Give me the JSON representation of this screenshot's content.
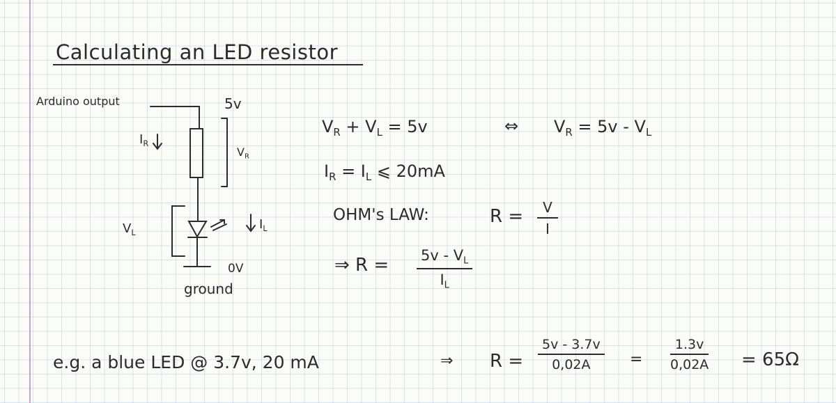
{
  "title": "Calculating an LED resistor",
  "circuit": {
    "source_label": "Arduino output",
    "supply_label": "5v",
    "current_r": {
      "main": "I",
      "sub": "R"
    },
    "voltage_r": {
      "main": "V",
      "sub": "R"
    },
    "voltage_l": {
      "main": "V",
      "sub": "L"
    },
    "current_l": {
      "main": "I",
      "sub": "L"
    },
    "zero_label": "0V",
    "ground_label": "ground"
  },
  "equations": {
    "eq1_left": "V",
    "eq1_left_sub": "R",
    "eq1_plus": "+ V",
    "eq1_plus_sub": "L",
    "eq1_rest": "= 5v",
    "equiv": "⇔",
    "eq1_right": "V",
    "eq1_right_sub": "R",
    "eq1_right_rest": "= 5v - V",
    "eq1_right_sub2": "L",
    "eq2_a": "I",
    "eq2_a_sub": "R",
    "eq2_b": "= I",
    "eq2_b_sub": "L",
    "eq2_c": "⩽ 20mA",
    "ohms_label": "OHM's LAW:",
    "ohms_r": "R =",
    "ohms_num": "V",
    "ohms_den": "I",
    "impl": "⇒ R =",
    "r_num": "5v - V",
    "r_num_sub": "L",
    "r_den": "I",
    "r_den_sub": "L"
  },
  "example": {
    "text": "e.g. a blue LED @ 3.7v, 20 mA",
    "arrow": "⇒",
    "r": "R =",
    "frac1_num": "5v - 3.7v",
    "frac1_den": "0,02A",
    "eq": "=",
    "frac2_num": "1.3v",
    "frac2_den": "0,02A",
    "result": "= 65Ω"
  }
}
